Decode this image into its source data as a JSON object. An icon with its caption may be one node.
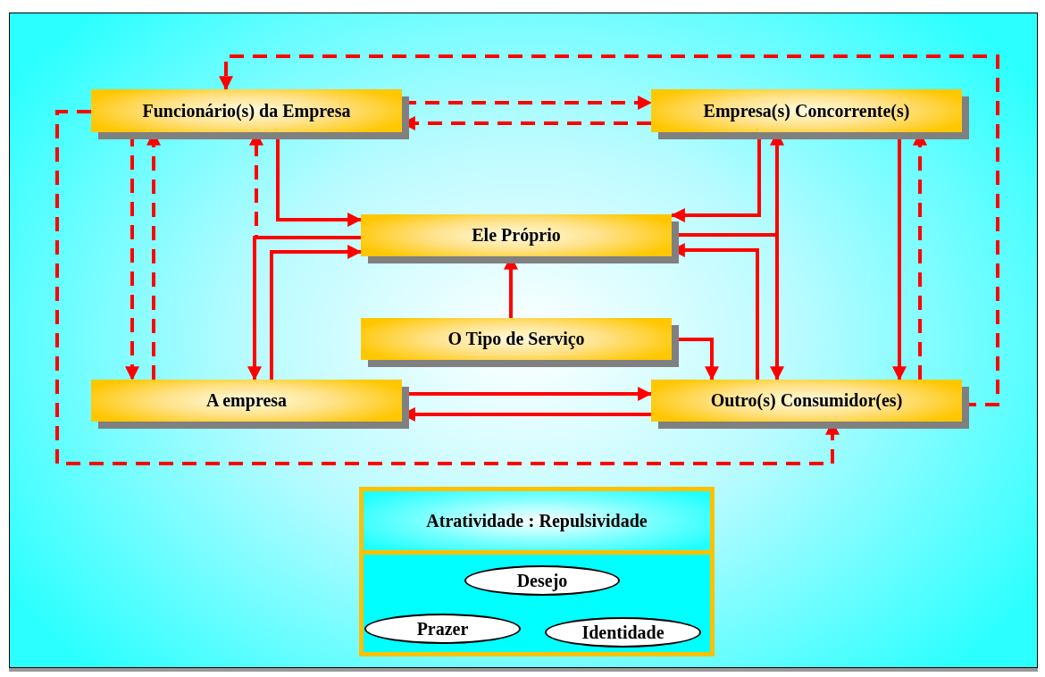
{
  "diagram": {
    "nodes": [
      {
        "text": [
          "Funcionário(s) da Empresa"
        ]
      },
      {
        "text": [
          "Empresa(s) Concorrente(s)"
        ]
      },
      {
        "text": [
          "Ele Próprio"
        ]
      },
      {
        "text": [
          "O Tipo de Serviço"
        ]
      },
      {
        "text": [
          "A empresa"
        ]
      },
      {
        "text": [
          "Outro(s) Consumidor(es)"
        ]
      },
      {
        "text": [
          "Atratividade **:** Repulsividade"
        ]
      },
      {
        "text": [
          "Desejo"
        ],
        "in": 6
      },
      {
        "text": [
          "Prazer"
        ],
        "in": 6
      },
      {
        "text": [
          "Identidade"
        ],
        "in": 6
      }
    ],
    "edges": [
      {
        "from": 0,
        "to": 1,
        "arrow": "to",
        "style": "dashed"
      },
      {
        "from": 1,
        "to": 0,
        "arrow": "to",
        "style": "dashed"
      },
      {
        "from": 0,
        "to": 2,
        "arrow": "to"
      },
      {
        "from": 2,
        "to": 4,
        "arrow": "to"
      },
      {
        "from": 4,
        "to": 2,
        "arrow": "to"
      },
      {
        "from": 0,
        "to": 4,
        "arrow": "to",
        "style": "dashed"
      },
      {
        "from": 4,
        "to": 0,
        "arrow": "to",
        "style": "dashed"
      },
      {
        "from": 2,
        "to": 0,
        "arrow": "to",
        "style": "dashed"
      },
      {
        "from": 3,
        "to": 2,
        "arrow": "to"
      },
      {
        "from": 3,
        "to": 5,
        "arrow": "to"
      },
      {
        "from": 4,
        "to": 5,
        "arrow": "to"
      },
      {
        "from": 5,
        "to": 4,
        "arrow": "to"
      },
      {
        "from": 1,
        "to": 2,
        "arrow": "to"
      },
      {
        "from": 2,
        "to": 1,
        "arrow": "to"
      },
      {
        "from": 2,
        "to": 5,
        "arrow": "to"
      },
      {
        "from": 5,
        "to": 2,
        "arrow": "to"
      },
      {
        "from": 1,
        "to": 5,
        "arrow": "to"
      },
      {
        "from": 5,
        "to": 1,
        "arrow": "to",
        "style": "dashed"
      },
      {
        "from": 5,
        "to": 0,
        "arrow": "to",
        "style": "dashed"
      },
      {
        "from": 0,
        "to": 5,
        "arrow": "to",
        "style": "dashed"
      }
    ]
  }
}
